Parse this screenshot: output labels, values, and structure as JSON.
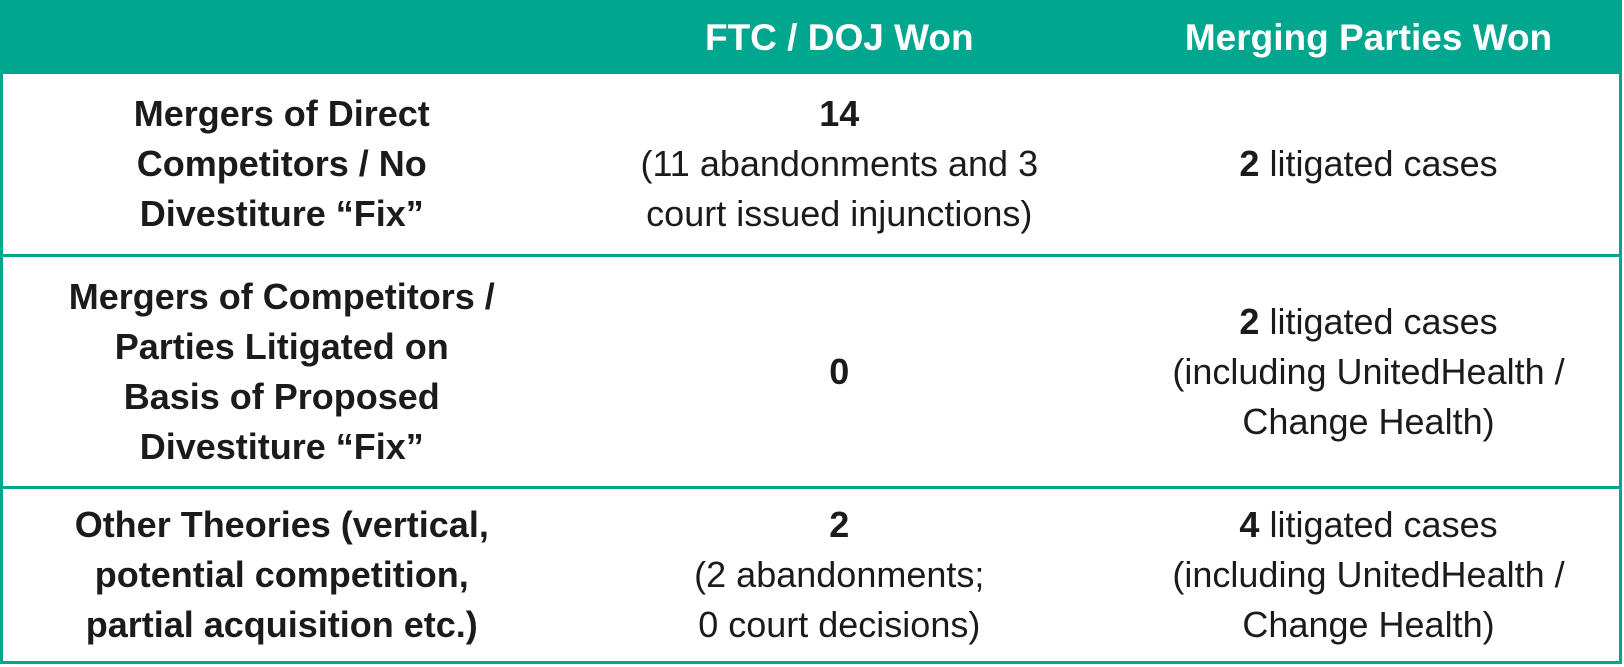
{
  "table": {
    "accent_color": "#00a68d",
    "text_color": "#1b1b1b",
    "header": {
      "col_label": "",
      "col_ftc": "FTC / DOJ Won",
      "col_merging": "Merging Parties Won"
    },
    "rows": [
      {
        "label": "Mergers of Direct\nCompetitors / No\nDivestiture “Fix”",
        "ftc_number": "14",
        "ftc_detail": "(11 abandonments and 3\ncourt issued injunctions)",
        "merging_number": "2",
        "merging_detail": " litigated cases"
      },
      {
        "label": "Mergers of Competitors /\nParties Litigated on\nBasis of Proposed\nDivestiture “Fix”",
        "ftc_number": "0",
        "ftc_detail": "",
        "merging_number": "2",
        "merging_detail": " litigated cases\n(including UnitedHealth /\nChange Health)"
      },
      {
        "label": "Other Theories (vertical,\npotential competition,\npartial acquisition etc.)",
        "ftc_number": "2",
        "ftc_detail": "(2 abandonments;\n0 court decisions)",
        "merging_number": "4",
        "merging_detail": " litigated cases\n(including UnitedHealth /\nChange Health)"
      }
    ]
  },
  "chart_data": {
    "type": "table",
    "columns": [
      "",
      "FTC / DOJ Won",
      "Merging Parties Won"
    ],
    "rows": [
      [
        "Mergers of Direct Competitors / No Divestiture “Fix”",
        "14 (11 abandonments and 3 court issued injunctions)",
        "2 litigated cases"
      ],
      [
        "Mergers of Competitors / Parties Litigated on Basis of Proposed Divestiture “Fix”",
        "0",
        "2 litigated cases (including UnitedHealth / Change Health)"
      ],
      [
        "Other Theories (vertical, potential competition, partial acquisition etc.)",
        "2 (2 abandonments; 0 court decisions)",
        "4 litigated cases (including UnitedHealth / Change Health)"
      ]
    ],
    "numeric_summary": {
      "categories": [
        "Mergers of Direct Competitors / No Divestiture Fix",
        "Mergers of Competitors / Parties Litigated on Basis of Proposed Divestiture Fix",
        "Other Theories (vertical, potential competition, partial acquisition etc.)"
      ],
      "series": [
        {
          "name": "FTC / DOJ Won",
          "values": [
            14,
            0,
            2
          ]
        },
        {
          "name": "Merging Parties Won",
          "values": [
            2,
            2,
            4
          ]
        }
      ]
    },
    "legend_position": "none",
    "grid": false,
    "title": ""
  }
}
